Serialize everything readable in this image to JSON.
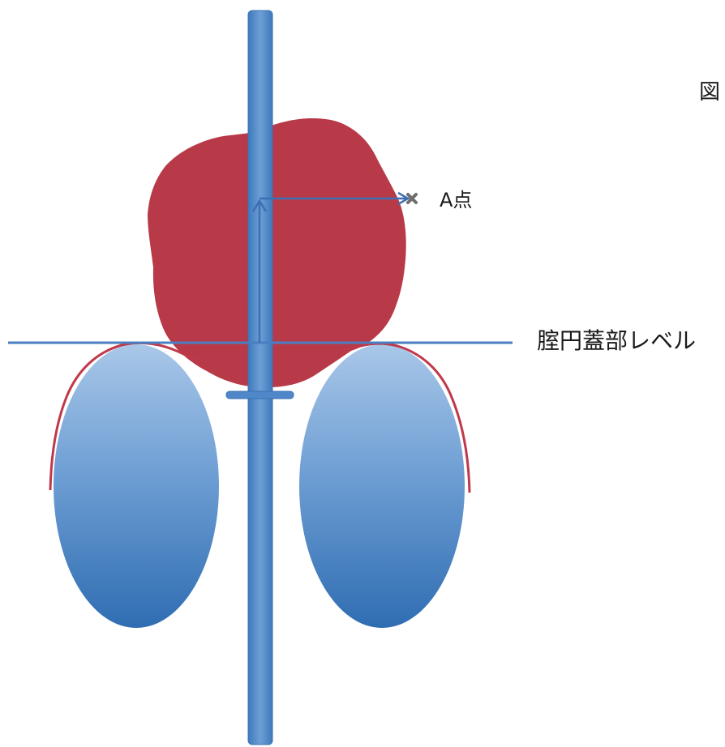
{
  "figure_label": "図",
  "point_a_label": "A点",
  "level_label": "腟円蓋部レベル",
  "colors": {
    "uterus": "#b83a48",
    "ovoid_outline": "#c0394a",
    "tandem": "#4a86c6",
    "level_line": "#4a7fc1",
    "arrow": "#3f6fb3",
    "ovoid_top": "#a9c7e8",
    "ovoid_bottom": "#2f6db2",
    "marker": "#6f6f6f"
  }
}
